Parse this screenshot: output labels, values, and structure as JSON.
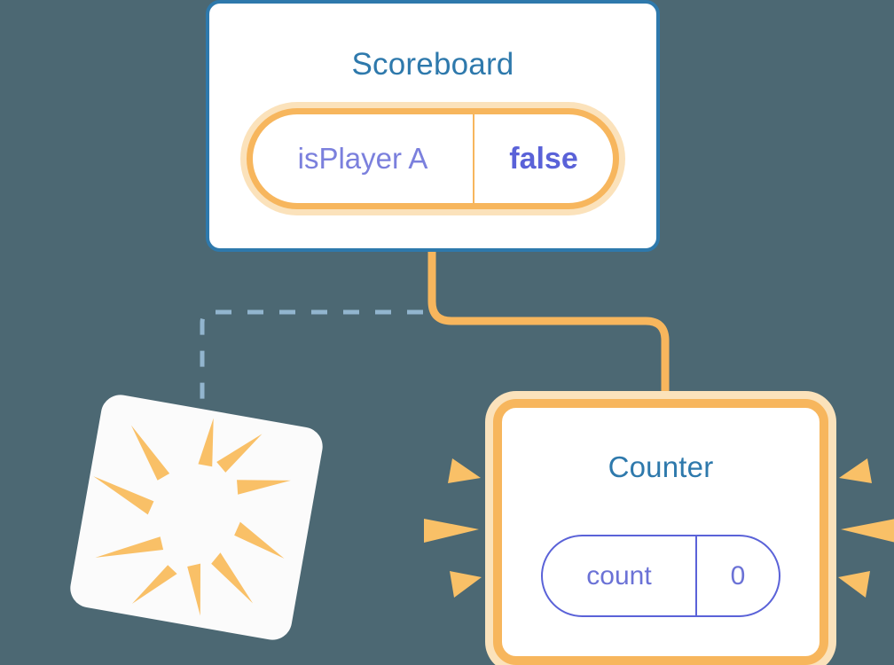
{
  "theme": {
    "background": "#4c6873",
    "card_border_blue": "#2e79ac",
    "title_blue": "#2e79ac",
    "accent_orange": "#f7b65d",
    "accent_orange_glow": "#fbe2bb",
    "ray_orange": "#f9c067",
    "value_indigo": "#5a62d8",
    "key_periwinkle": "#7b80dd",
    "dashed_line_blue": "#92b5ce"
  },
  "nodes": {
    "scoreboard": {
      "title": "Scoreboard",
      "prop": {
        "key": "isPlayer A",
        "value": "false"
      },
      "highlighted": true,
      "sparkles": 2
    },
    "counter": {
      "title": "Counter",
      "prop": {
        "key": "count",
        "value": "0"
      },
      "highlighted": true
    },
    "blank_card": {
      "title": "",
      "rotated": true,
      "rays": 10
    }
  },
  "edges": [
    {
      "name": "scoreboard-to-counter",
      "style": "solid",
      "color": "#f7b65d"
    },
    {
      "name": "scoreboard-to-blank-card",
      "style": "dashed",
      "color": "#92b5ce"
    }
  ]
}
